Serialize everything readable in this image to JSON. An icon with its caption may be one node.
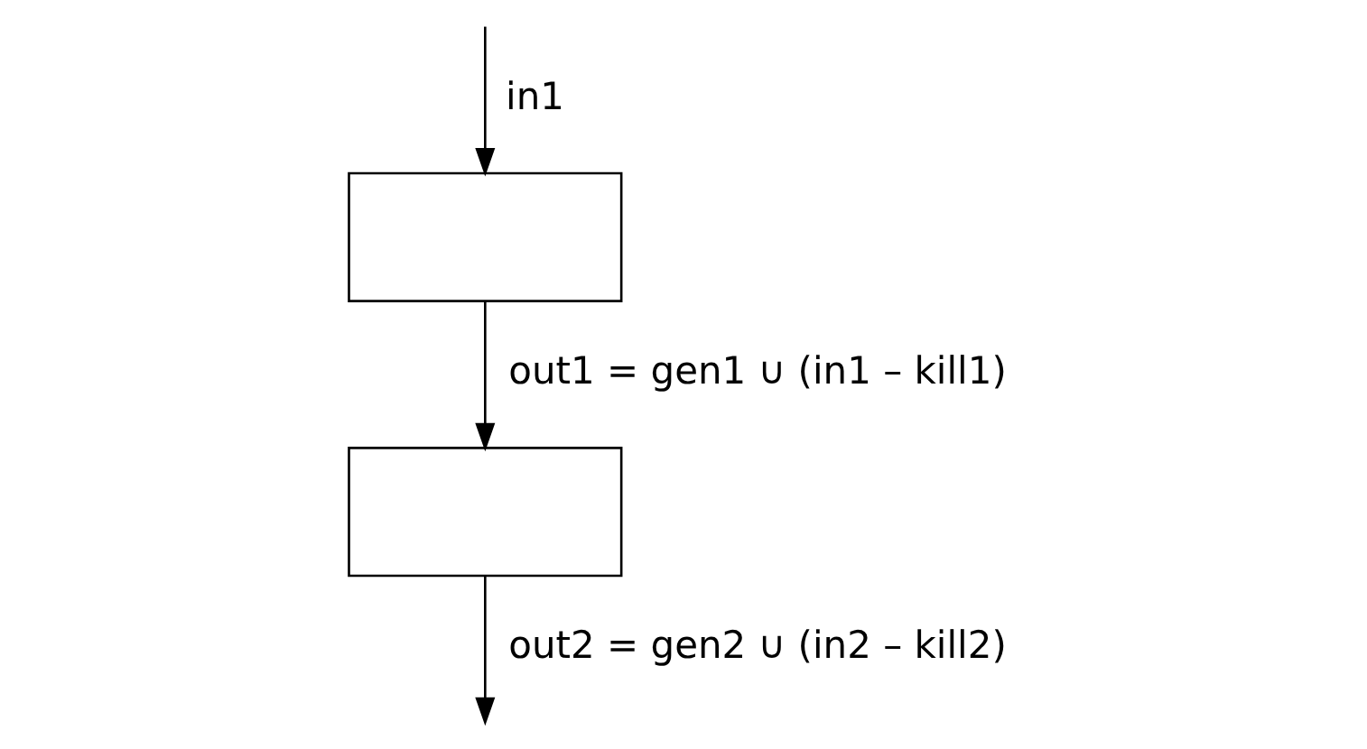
{
  "diagram": {
    "nodes": [
      {
        "text": [],
        "shape": "box"
      },
      {
        "text": [],
        "shape": "box"
      }
    ],
    "edges": [
      {
        "from": null,
        "to": 0,
        "arrow": "to",
        "label": "in1"
      },
      {
        "from": 0,
        "to": 1,
        "arrow": "to",
        "label": "out1 = gen1 ∪ (in1 – kill1)"
      },
      {
        "from": 1,
        "to": null,
        "arrow": "to",
        "label": "out2 = gen2 ∪ (in2 – kill2)"
      }
    ]
  }
}
